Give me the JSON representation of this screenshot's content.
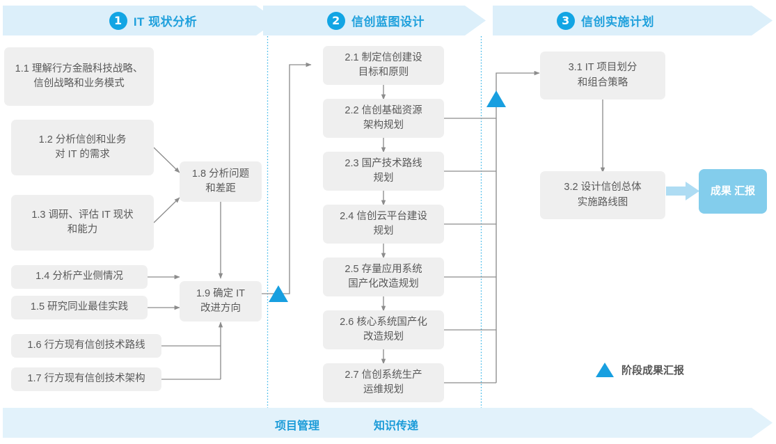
{
  "phases": [
    {
      "num": "1",
      "label": "IT 现状分析"
    },
    {
      "num": "2",
      "label": "信创蓝图设计"
    },
    {
      "num": "3",
      "label": "信创实施计划"
    }
  ],
  "tasks": {
    "t11": {
      "line1": "1.1 理解行方金融科技战略、",
      "line2": "信创战略和业务模式"
    },
    "t12": {
      "line1": "1.2 分析信创和业务",
      "line2": "对 IT 的需求"
    },
    "t13": {
      "line1": "1.3 调研、评估 IT 现状",
      "line2": "和能力"
    },
    "t14": {
      "line1": "1.4 分析产业侧情况",
      "line2": ""
    },
    "t15": {
      "line1": "1.5 研究同业最佳实践",
      "line2": ""
    },
    "t16": {
      "line1": "1.6 行方现有信创技术路线",
      "line2": ""
    },
    "t17": {
      "line1": "1.7 行方现有信创技术架构",
      "line2": ""
    },
    "t18": {
      "line1": "1.8 分析问题",
      "line2": "和差距"
    },
    "t19": {
      "line1": "1.9 确定 IT",
      "line2": "改进方向"
    },
    "t21": {
      "line1": "2.1 制定信创建设",
      "line2": "目标和原则"
    },
    "t22": {
      "line1": "2.2 信创基础资源",
      "line2": "架构规划"
    },
    "t23": {
      "line1": "2.3 国产技术路线",
      "line2": "规划"
    },
    "t24": {
      "line1": "2.4 信创云平台建设",
      "line2": "规划"
    },
    "t25": {
      "line1": "2.5 存量应用系统",
      "line2": "国产化改造规划"
    },
    "t26": {
      "line1": "2.6 核心系统国产化",
      "line2": "改造规划"
    },
    "t27": {
      "line1": "2.7 信创系统生产",
      "line2": "运维规划"
    },
    "t31": {
      "line1": "3.1 IT 项目划分",
      "line2": "和组合策略"
    },
    "t32": {
      "line1": "3.2 设计信创总体",
      "line2": "实施路线图"
    }
  },
  "result": {
    "line1": "成果",
    "line2": "汇报"
  },
  "legend": {
    "label": "阶段成果汇报",
    "marker": "milestone-triangle"
  },
  "bottom_bar": {
    "items": [
      {
        "label": "项目管理"
      },
      {
        "label": "知识传递"
      }
    ]
  },
  "colors": {
    "banner_bg": "#DCEFFA",
    "banner_text": "#1B9BD8",
    "num_badge": "#12A5E4",
    "task_bg": "#EFEFEF",
    "task_text": "#595959",
    "result_bg": "#83CDEC",
    "milestone": "#189FE0",
    "connector": "#8C8C8C",
    "divider": "#39B6E8",
    "bottom_bar_bg": "#E2F2FB"
  }
}
